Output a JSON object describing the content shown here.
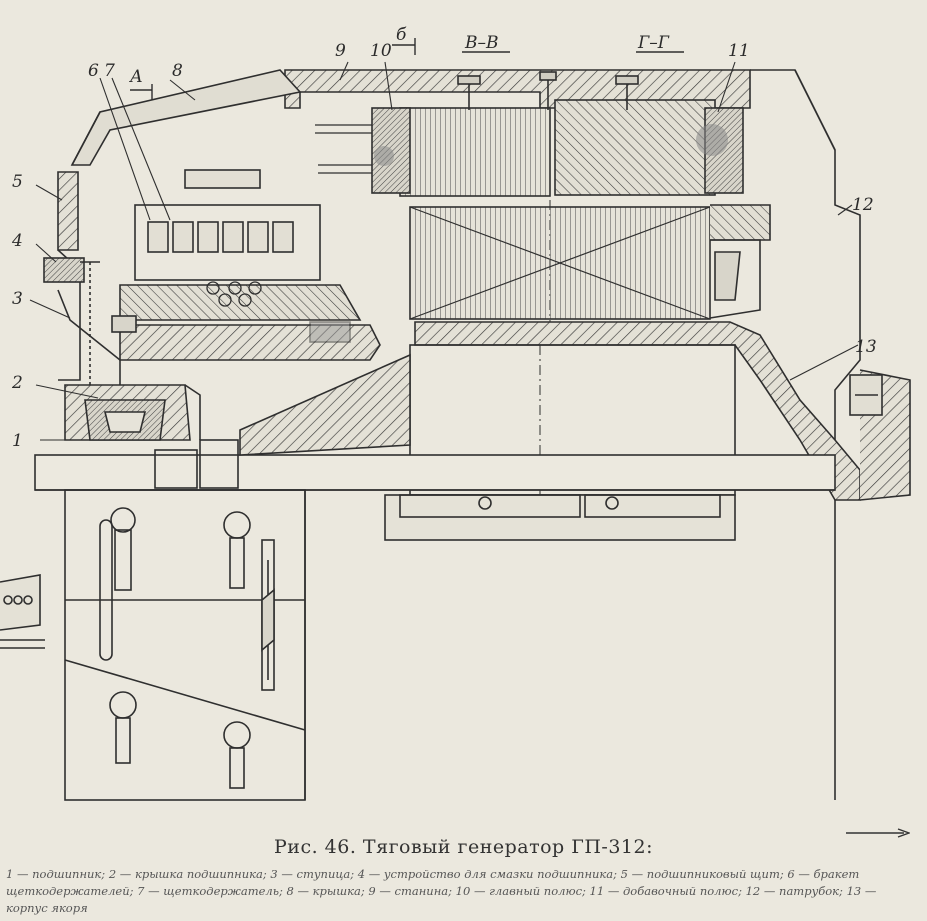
{
  "labels": {
    "l1": "1",
    "l2": "2",
    "l3": "3",
    "l4": "4",
    "l5": "5",
    "l6": "6",
    "l7": "7",
    "l8": "8",
    "l9": "9",
    "l10": "10",
    "l11": "11",
    "l12": "12",
    "l13": "13"
  },
  "section_marks": {
    "a": "А",
    "b": "б",
    "vv": "В–В",
    "gg": "Г–Г"
  },
  "caption": "Рис. 46. Тяговый генератор ГП-312:",
  "legend": "1 — подшипник; 2 — крышка подшипника; 3 — ступица; 4 — устройство для смазки подшипника; 5 — подшипниковый щит; 6 — бракет щеткодержателей; 7 — щеткодержатель; 8 — крышка; 9 — станина; 10 — главный полюс; 11 — добавочный полюс; 12 — патрубок; 13 — корпус якоря",
  "colors": {
    "ink": "#2f2f2f",
    "paper": "#ebe8de",
    "shade": "#8a8a8a"
  }
}
